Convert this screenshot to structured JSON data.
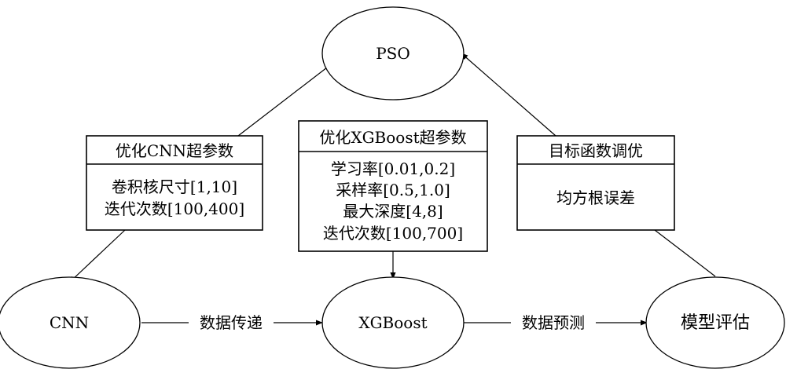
{
  "nodes": {
    "pso": "PSO",
    "cnn": "CNN",
    "xgboost": "XGBoost",
    "evaluation": "模型评估"
  },
  "boxes": {
    "cnn_params": {
      "title": "优化CNN超参数",
      "lines": [
        "卷积核尺寸[1,10]",
        "迭代次数[100,400]"
      ]
    },
    "xgb_params": {
      "title": "优化XGBoost超参数",
      "lines": [
        "学习率[0.01,0.2]",
        "采样率[0.5,1.0]",
        "最大深度[4,8]",
        "迭代次数[100,700]"
      ]
    },
    "objective": {
      "title": "目标函数调优",
      "lines": [
        "均方根误差"
      ]
    }
  },
  "edges": {
    "cnn_to_xgb": "数据传递",
    "xgb_to_eval": "数据预测"
  }
}
